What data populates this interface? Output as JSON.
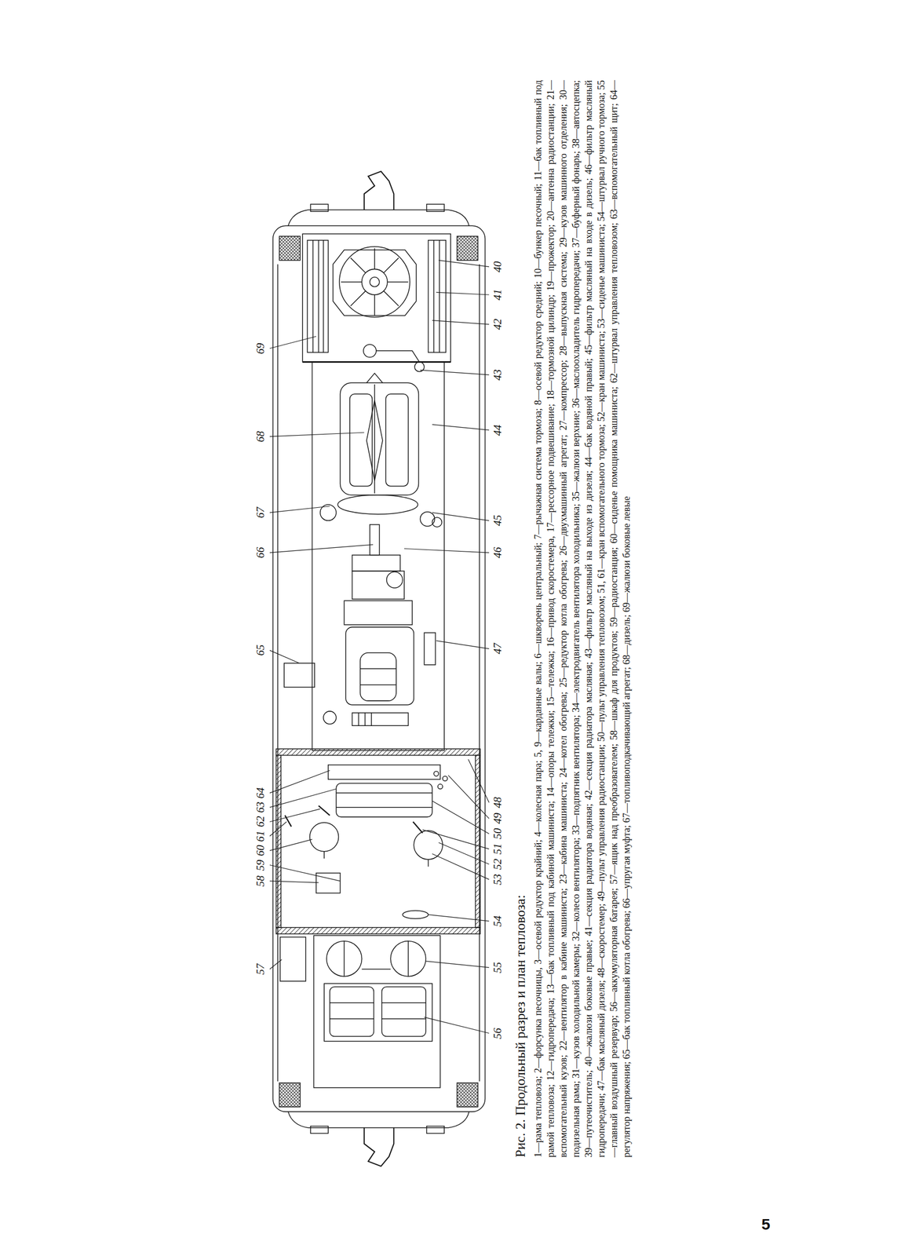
{
  "diagram": {
    "title": "Рис. 2. Продольный разрез и план тепловоза:",
    "caption": "1—рама тепловоза; 2—форсунка песочницы, 3—осевой редуктор крайний; 4—колесная пара; 5, 9—карданные валы; 6—шкворень центральный; 7—рычажная система тормоза; 8—осевой редуктор средний; 10—бункер песочный; 11—бак топливный под рамой тепловоза; 12—гидропередача; 13—бак топливный под кабиной машиниста; 14—опоры тележки; 15—тележка; 16—привод скоростемера, 17—рессорное подвешивание; 18—тормозной цилиндр; 19—прожектор; 20—антенна радиостанции; 21—вспомогательный кузов; 22—вентилятор в кабине машиниста; 23—кабина машиниста; 24—котел обогрева; 25—редуктор котла обогрева; 26—двухмашинный агрегат; 27—компрессор; 28—выпускная система; 29—кузов машинного отделения; 30—подизельная рама; 31—кузов холодильной камеры; 32—колесо вентилятора; 33—подпятник вентилятора; 34—электродвигатель вентилятора холодильника; 35—жалюзи верхние; 36—маслоохладитель гидропередачи; 37—буферный фонарь; 38—автосцепка; 39—путеочиститель; 40—жалюзи боковые правые; 41—секция радиатора водяная; 42—секция радиатора масляная; 43—фильтр масляный на выходе из дизеля; 44—бак водяной правый; 45—фильтр масляный на входе в дизель; 46—фильтр масляный гидропередачи; 47—бак масляный дизеля; 48—скоростемер; 49—пульт управления радиостанции; 50—пульт управления тепловозом; 51, 61—кран вспомогательного тормоза; 52—кран машиниста; 53—сиденье машиниста; 54—штурвал ручного тормоза; 55—главный воздушный резервуар; 56—аккумуляторная батарея; 57—ящик над преобразователем; 58—шкаф для продуктов; 59—радиостанция; 60—сиденье помощника машиниста; 62—штурвал управления тепловозом; 63—вспомогательный щит; 64—регулятор напряжения; 65—бак топливный котла обогрева; 66—упругая муфта; 67—топливоподкачивающий агрегат; 68—дизель; 69—жалюзи боковые левые",
    "labels": [
      "40",
      "41",
      "42",
      "43",
      "44",
      "45",
      "46",
      "47",
      "48",
      "49",
      "50",
      "51",
      "52",
      "53",
      "54",
      "55",
      "56",
      "69",
      "68",
      "67",
      "66",
      "65",
      "64",
      "63",
      "62",
      "61",
      "60",
      "59",
      "58",
      "57",
      "5"
    ]
  }
}
